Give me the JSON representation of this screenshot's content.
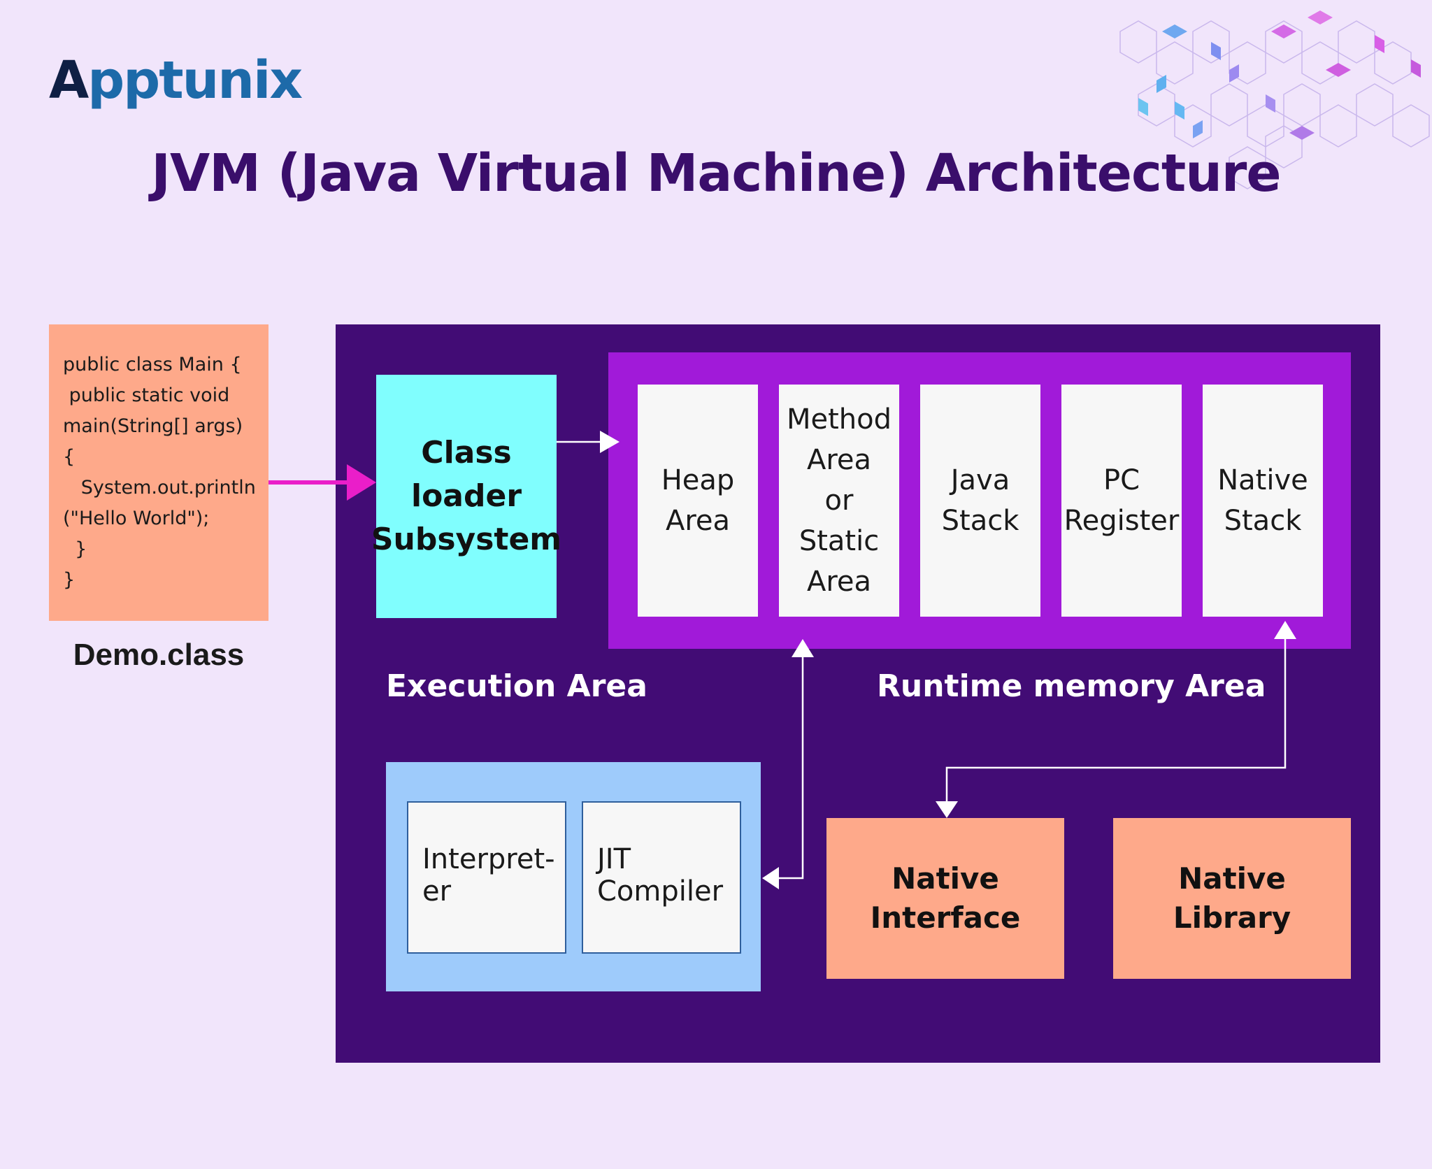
{
  "logo": {
    "first": "A",
    "rest": "pptunix"
  },
  "title": "JVM (Java Virtual Machine) Architecture",
  "code": {
    "lines": [
      "public class Main {",
      " public static void",
      "main(String[] args)",
      "{",
      "   System.out.println",
      "(\"Hello World\");",
      "  }",
      "}"
    ],
    "filename": "Demo.class"
  },
  "class_loader": {
    "lines": [
      "Class",
      "loader",
      "Subsystem"
    ]
  },
  "runtime_memory": {
    "label": "Runtime memory Area",
    "blocks": [
      {
        "lines": [
          "Heap",
          "Area"
        ]
      },
      {
        "lines": [
          "Method",
          "Area",
          "or",
          "Static",
          "Area"
        ]
      },
      {
        "lines": [
          "Java",
          "Stack"
        ]
      },
      {
        "lines": [
          "PC",
          "Register"
        ]
      },
      {
        "lines": [
          "Native",
          "Stack"
        ]
      }
    ]
  },
  "execution": {
    "label": "Execution Area",
    "engines": [
      {
        "lines": [
          "Interpret-",
          "er"
        ]
      },
      {
        "lines": [
          "JIT",
          "Compiler"
        ]
      }
    ]
  },
  "native_interface": {
    "lines": [
      "Native",
      "Interface"
    ]
  },
  "native_library": {
    "lines": [
      "Native",
      "Library"
    ]
  },
  "colors": {
    "background": "#f1e5fb",
    "jvm_frame": "#420c75",
    "runtime_band": "#a11ad9",
    "class_loader": "#80fefe",
    "code_box": "#fea98a",
    "execution_engine": "#9ecbfb",
    "title": "#3a0e6b",
    "arrow_main": "#ea1ec9"
  }
}
